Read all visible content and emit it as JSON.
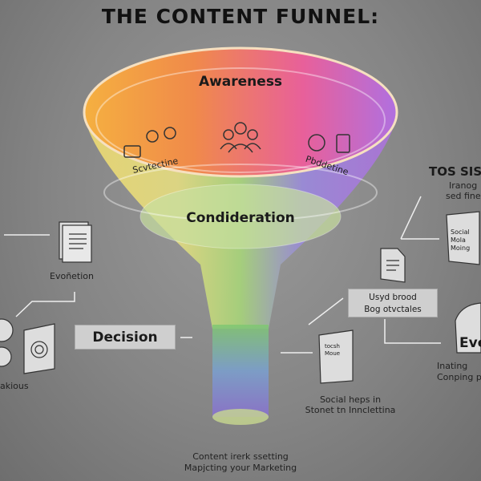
{
  "title": "THE CONTENT FUNNEL:",
  "funnel": {
    "top_stage": "Awareness",
    "middle_stage": "Condideration",
    "left_icon_label": "Scvtectine",
    "right_icon_label": "Pbddetine"
  },
  "left": {
    "evaluation_label": "Evoñetion",
    "decision_label": "Decision",
    "bottom_label": "akious"
  },
  "right": {
    "heading": "TOS SIS",
    "subheading_1": "Iranog",
    "subheading_2": "sed fine",
    "booklet_text": [
      "Social",
      "Mola",
      "Moing"
    ],
    "center_box_1": "Usyd brood",
    "center_box_2": "Bog otvctales",
    "event_label": "Eve",
    "event_caption_1": "Inating",
    "event_caption_2": "Conping p",
    "book_text": [
      "tocsh",
      "Moue"
    ],
    "book_caption_1": "Social heps in",
    "book_caption_2": "Stonet tn Innclettina"
  },
  "footer": {
    "line1": "Content irerk ssetting",
    "line2": "Mapjcting your Marketing"
  },
  "colors": {
    "orange": "#f0a040",
    "pink": "#e060b0",
    "purple": "#a060e0",
    "green": "#9ad070",
    "blue": "#6a80e0"
  }
}
